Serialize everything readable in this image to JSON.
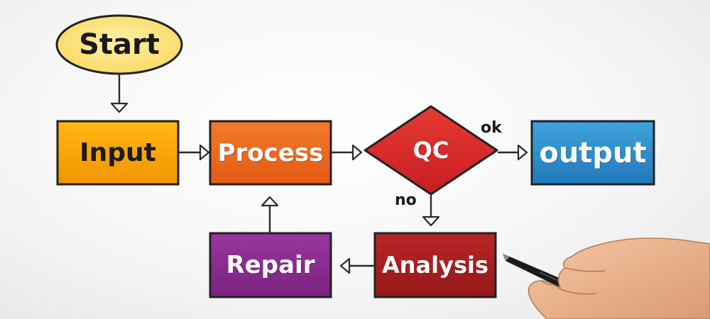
{
  "nodes": {
    "start": {
      "label": "Start",
      "color": "#fde58a"
    },
    "input": {
      "label": "Input",
      "color": "#f7a600"
    },
    "process": {
      "label": "Process",
      "color": "#ee6c1f"
    },
    "qc": {
      "label": "QC",
      "color": "#d9262a"
    },
    "output": {
      "label": "output",
      "color": "#2f8fcf"
    },
    "analysis": {
      "label": "Analysis",
      "color": "#a81e1e"
    },
    "repair": {
      "label": "Repair",
      "color": "#8a2b8c"
    }
  },
  "edges": {
    "ok_label": "ok",
    "no_label": "no"
  },
  "icons": {
    "pen": "hand-holding-pen-icon"
  }
}
